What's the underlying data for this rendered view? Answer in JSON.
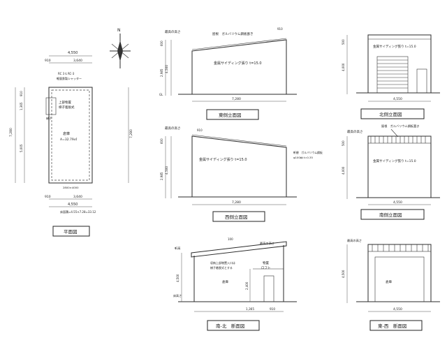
{
  "north": {
    "label": "N"
  },
  "plan": {
    "dims": {
      "top_total": "4,550",
      "top_left": "910",
      "top_right": "3,640",
      "left_total": "7,280",
      "left_a": "910",
      "left_b": "1,365",
      "left_c": "5,005",
      "right_total": "7,280",
      "bottom_left": "910",
      "bottom_right": "3,640",
      "bottom_total": "4,550"
    },
    "notes": {
      "top_note_1": "RC 3 Ł RC-3",
      "top_note_2": "軽量鉄製シャッター",
      "upper_box_1": "上部物置",
      "upper_box_2": "梯子着脱式",
      "stair": "梯子",
      "room_name": "倉庫",
      "room_area": "A=32.79㎡",
      "bottom_note": "2800×4000",
      "area_formula": "床面積=4.55×7.28=33.12"
    },
    "caption": "平面図"
  },
  "east": {
    "roof_note": "屋根　ガルバリウム鋼板葺き",
    "height_note": "最高の高さ",
    "wall_note": "金属サイディング張り t=15.0",
    "dims": {
      "top_overhang": "910",
      "h_total": "4,500",
      "h_a": "600",
      "h_b": "2,985",
      "gl": "GL",
      "width": "7,280"
    },
    "caption": "東側立面図"
  },
  "north_elev": {
    "dims": {
      "h_top": "500",
      "h_total": "4,000",
      "width": "4,550"
    },
    "wall_note": "金属サイディング張り t=15.0",
    "caption": "北側立面図"
  },
  "west": {
    "height_note": "最高の高さ",
    "top_overhang": "910",
    "wall_note": "金属サイディング張り t=15.0",
    "gutter_note_1": "軒樋　ガルバリウム鋼板",
    "gutter_note_2": "φ100㎜ t=0.35",
    "dims": {
      "h_total": "4,500",
      "h_a": "600",
      "h_b": "2,985",
      "width": "7,280"
    },
    "caption": "西側立面図"
  },
  "south_elev": {
    "height_note": "最高の高さ",
    "roof_note": "屋根　ガルバリウム鋼板葺き",
    "wall_note": "金属サイディング張り t=15.0",
    "dims": {
      "h_top": "500",
      "h_total": "4,000",
      "width": "4,550"
    },
    "caption": "南側立面図"
  },
  "ns_section": {
    "top_dim": "100",
    "eave_label": "軒高",
    "height_note": "最高の高さ",
    "note_1": "収納上部物置入口は",
    "note_2": "梯子着脱式とする",
    "room": "倉庫",
    "storage_1": "物置",
    "storage_2": "ロフト",
    "floor_label": "床高さ",
    "dims": {
      "h_total": "4,500",
      "h_inner": "2,400",
      "w_a": "1,365",
      "w_b": "910"
    },
    "caption": "南-北　断面図"
  },
  "ew_section": {
    "height_note": "最高の高さ",
    "room": "倉庫",
    "dims": {
      "h_total": "4,500",
      "width": "4,550"
    },
    "caption": "東-西　断面図"
  }
}
